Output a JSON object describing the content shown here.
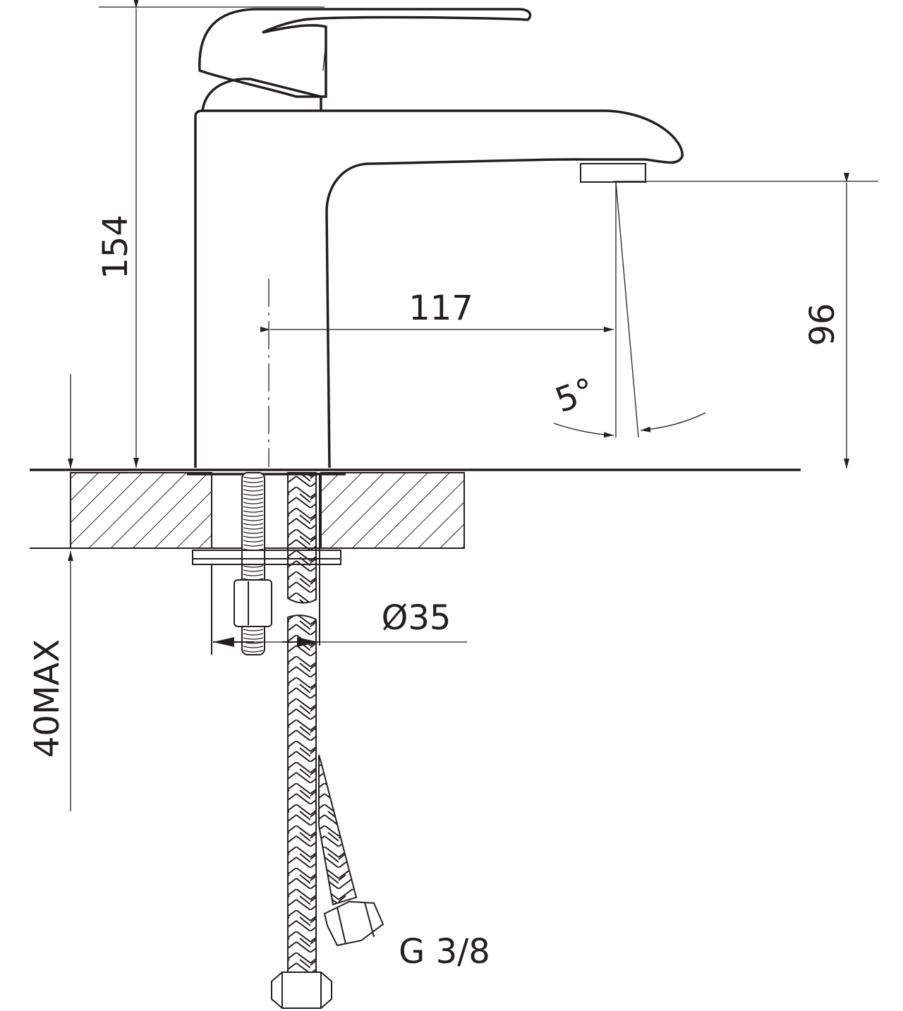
{
  "drawing": {
    "dimensions": {
      "total_height": "154",
      "spout_height": "96",
      "spout_reach": "117",
      "spout_angle": "5°",
      "hole_diameter": "Ø35",
      "max_counter_thickness": "40MAX",
      "connection": "G 3/8"
    },
    "line_color": "#231f20"
  }
}
